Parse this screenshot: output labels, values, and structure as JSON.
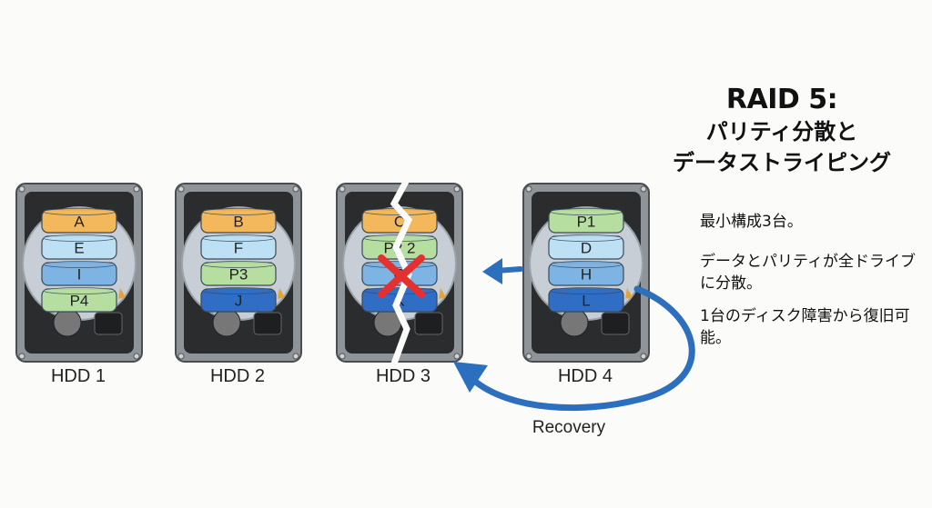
{
  "title": {
    "main": "RAID 5:",
    "line2": "パリティ分散と",
    "line3": "データストライピング"
  },
  "notes": {
    "min_config": "最小構成3台。",
    "distribution": "データとパリティが全ドライブに分散。",
    "recovery": "1台のディスク障害から復旧可能。"
  },
  "drives": [
    {
      "label": "HDD 1",
      "failed": false,
      "blocks": [
        {
          "text": "A",
          "kind": "data-a"
        },
        {
          "text": "E",
          "kind": "data-b"
        },
        {
          "text": "I",
          "kind": "data-c"
        },
        {
          "text": "P4",
          "kind": "parity"
        }
      ]
    },
    {
      "label": "HDD 2",
      "failed": false,
      "blocks": [
        {
          "text": "B",
          "kind": "data-a"
        },
        {
          "text": "F",
          "kind": "data-b"
        },
        {
          "text": "P3",
          "kind": "parity"
        },
        {
          "text": "J",
          "kind": "data-d"
        }
      ]
    },
    {
      "label": "HDD 3",
      "failed": true,
      "blocks": [
        {
          "text": "C",
          "kind": "data-a"
        },
        {
          "text": "P2 2",
          "kind": "parity"
        },
        {
          "text": "G",
          "kind": "data-c"
        },
        {
          "text": "K",
          "kind": "data-d"
        }
      ]
    },
    {
      "label": "HDD 4",
      "failed": false,
      "blocks": [
        {
          "text": "P1",
          "kind": "parity"
        },
        {
          "text": "D",
          "kind": "data-b"
        },
        {
          "text": "H",
          "kind": "data-c"
        },
        {
          "text": "L",
          "kind": "data-d"
        }
      ]
    }
  ],
  "recovery_label": "Recovery",
  "colors": {
    "data-a": "#f2b85b",
    "data-b": "#bde0f4",
    "data-c": "#7db4e3",
    "data-d": "#2f6ec4",
    "parity": "#b6dea0",
    "arrow": "#2c6fbe",
    "failure-mark": "#e53030",
    "case": "#8f9498",
    "case-inner": "#2a2c2e",
    "platter": "#c7ced5"
  }
}
